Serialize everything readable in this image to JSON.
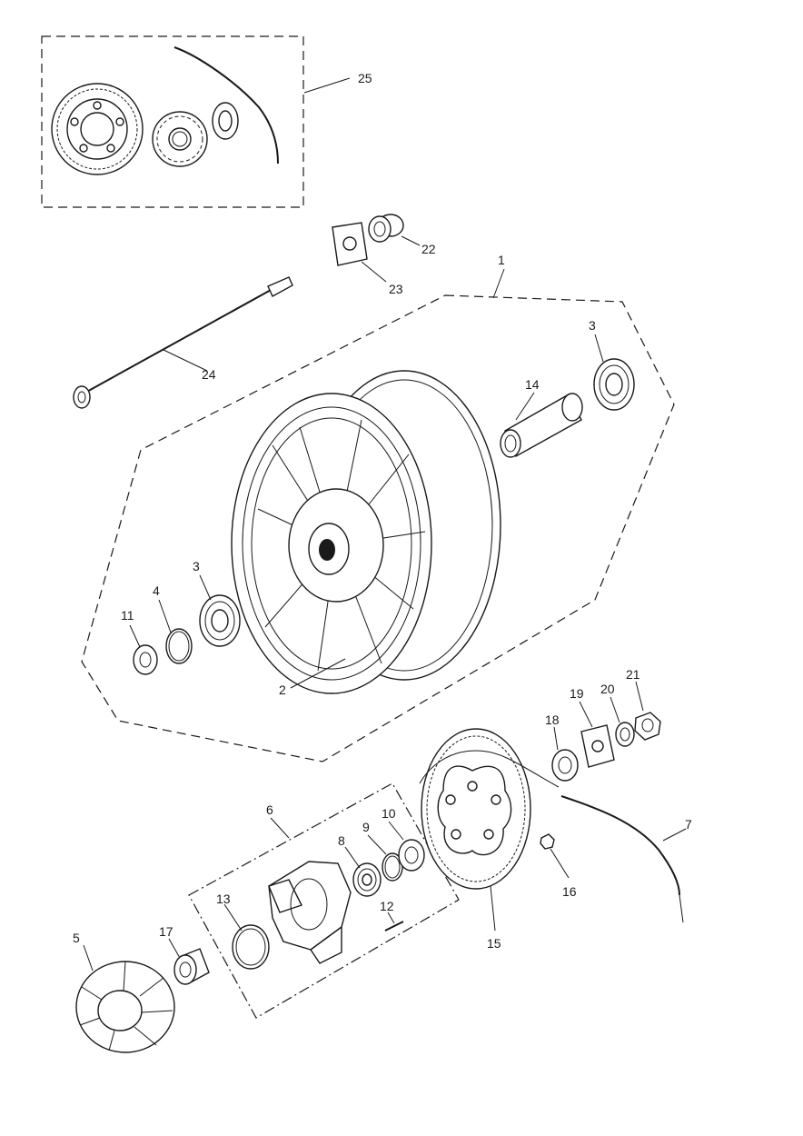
{
  "diagram": {
    "callouts": [
      {
        "id": "c1",
        "label": "1"
      },
      {
        "id": "c2",
        "label": "2"
      },
      {
        "id": "c3a",
        "label": "3"
      },
      {
        "id": "c3b",
        "label": "3"
      },
      {
        "id": "c4",
        "label": "4"
      },
      {
        "id": "c5",
        "label": "5"
      },
      {
        "id": "c6",
        "label": "6"
      },
      {
        "id": "c7",
        "label": "7"
      },
      {
        "id": "c8",
        "label": "8"
      },
      {
        "id": "c9",
        "label": "9"
      },
      {
        "id": "c10",
        "label": "10"
      },
      {
        "id": "c11",
        "label": "11"
      },
      {
        "id": "c12",
        "label": "12"
      },
      {
        "id": "c13",
        "label": "13"
      },
      {
        "id": "c14",
        "label": "14"
      },
      {
        "id": "c15",
        "label": "15"
      },
      {
        "id": "c16",
        "label": "16"
      },
      {
        "id": "c17",
        "label": "17"
      },
      {
        "id": "c18",
        "label": "18"
      },
      {
        "id": "c19",
        "label": "19"
      },
      {
        "id": "c20",
        "label": "20"
      },
      {
        "id": "c21",
        "label": "21"
      },
      {
        "id": "c22",
        "label": "22"
      },
      {
        "id": "c23",
        "label": "23"
      },
      {
        "id": "c24",
        "label": "24"
      },
      {
        "id": "c25",
        "label": "25"
      }
    ]
  }
}
